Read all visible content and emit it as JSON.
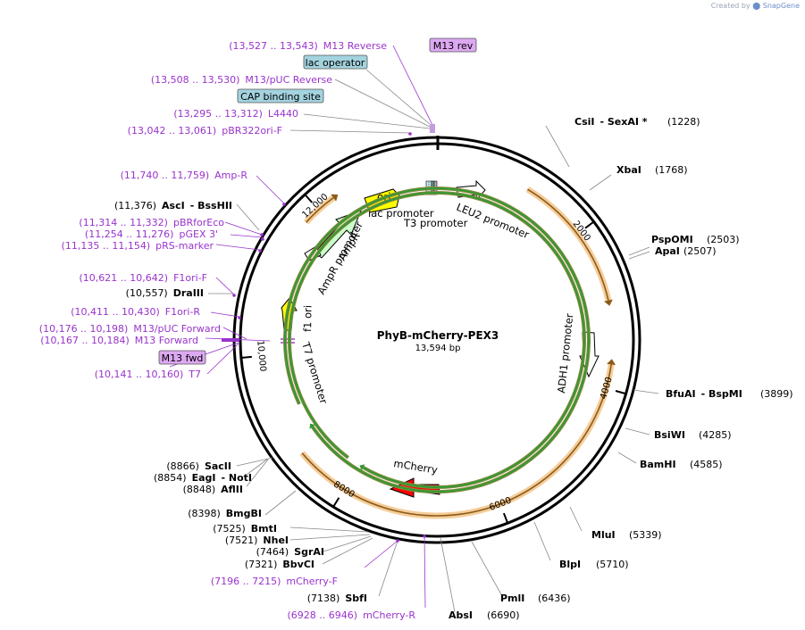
{
  "title": "PhyB-mCherry-PEX3",
  "subtitle": "13,594 bp",
  "watermark": {
    "prefix": "Created by",
    "brand": "SnapGene"
  },
  "ticks": [
    "2000",
    "4000",
    "6000",
    "8000",
    "10,000",
    "12,000"
  ],
  "enzymes_right": [
    {
      "name": "CsiI",
      "name2": "SexAI *",
      "pos": "(1228)"
    },
    {
      "name": "XbaI",
      "pos": "(1768)"
    },
    {
      "name": "PspOMI",
      "pos": "(2503)"
    },
    {
      "name": "ApaI",
      "pos": "(2507)"
    },
    {
      "name": "BfuAI",
      "name2": "BspMI",
      "pos": "(3899)"
    },
    {
      "name": "BsiWI",
      "pos": "(4285)"
    },
    {
      "name": "BamHI",
      "pos": "(4585)"
    },
    {
      "name": "MluI",
      "pos": "(5339)"
    },
    {
      "name": "BlpI",
      "pos": "(5710)"
    },
    {
      "name": "PmlI",
      "pos": "(6436)"
    },
    {
      "name": "AbsI",
      "pos": "(6690)"
    }
  ],
  "enzymes_left": [
    {
      "name": "SbfI",
      "pos": "(7138)"
    },
    {
      "name": "BbvCI",
      "pos": "(7321)"
    },
    {
      "name": "SgrAI",
      "pos": "(7464)"
    },
    {
      "name": "NheI",
      "pos": "(7521)"
    },
    {
      "name": "BmtI",
      "pos": "(7525)"
    },
    {
      "name": "BmgBI",
      "pos": "(8398)"
    },
    {
      "name": "AflII",
      "pos": "(8848)"
    },
    {
      "name": "EagI",
      "name2": "NotI",
      "pos": "(8854)"
    },
    {
      "name": "SacII",
      "pos": "(8866)"
    },
    {
      "name": "DraIII",
      "pos": "(10,557)"
    },
    {
      "name": "AscI",
      "name2": "BssHII",
      "pos": "(11,376)"
    }
  ],
  "primers": [
    {
      "pos": "(13,527 .. 13,543)",
      "name": "M13 Reverse"
    },
    {
      "pos": "(13,508 .. 13,530)",
      "name": "M13/pUC Reverse"
    },
    {
      "pos": "(13,295 .. 13,312)",
      "name": "L4440"
    },
    {
      "pos": "(13,042 .. 13,061)",
      "name": "pBR322ori-F"
    },
    {
      "pos": "(11,740 .. 11,759)",
      "name": "Amp-R"
    },
    {
      "pos": "(11,314 .. 11,332)",
      "name": "pBRforEco"
    },
    {
      "pos": "(11,254 .. 11,276)",
      "name": "pGEX 3'"
    },
    {
      "pos": "(11,135 .. 11,154)",
      "name": "pRS-marker"
    },
    {
      "pos": "(10,621 .. 10,642)",
      "name": "F1ori-F"
    },
    {
      "pos": "(10,411 .. 10,430)",
      "name": "F1ori-R"
    },
    {
      "pos": "(10,176 .. 10,198)",
      "name": "M13/pUC Forward"
    },
    {
      "pos": "(10,167 .. 10,184)",
      "name": "M13 Forward"
    },
    {
      "pos": "(10,141 .. 10,160)",
      "name": "T7"
    },
    {
      "pos": "(7196 .. 7215)",
      "name": "mCherry-F"
    },
    {
      "pos": "(6928 .. 6946)",
      "name": "mCherry-R"
    }
  ],
  "boxes": {
    "m13rev": "M13 rev",
    "lacop": "lac operator",
    "cap": "CAP binding site",
    "m13fwd": "M13 fwd"
  },
  "features": {
    "ori": "ori",
    "lac_promoter": "lac promoter",
    "t3_promoter": "T3 promoter",
    "leu2_promoter": "LEU2 promoter",
    "ampr": "AmpR",
    "ampr_promoter": "AmpR promoter",
    "f1_ori": "f1 ori",
    "t7_promoter": "T7 promoter",
    "adh1_promoter": "ADH1 promoter",
    "mcherry": "mCherry"
  },
  "colors": {
    "primer": "#9933cc",
    "enzyme": "#000000",
    "box_blue": "#a3d3df",
    "box_purple": "#dda8f2",
    "ori": "#ffff00",
    "ampr": "#ccffcc",
    "f1ori": "#ffff00",
    "mcherry": "#ff0000",
    "orange_arc": "#f2c180",
    "green_arrow": "#339933"
  }
}
